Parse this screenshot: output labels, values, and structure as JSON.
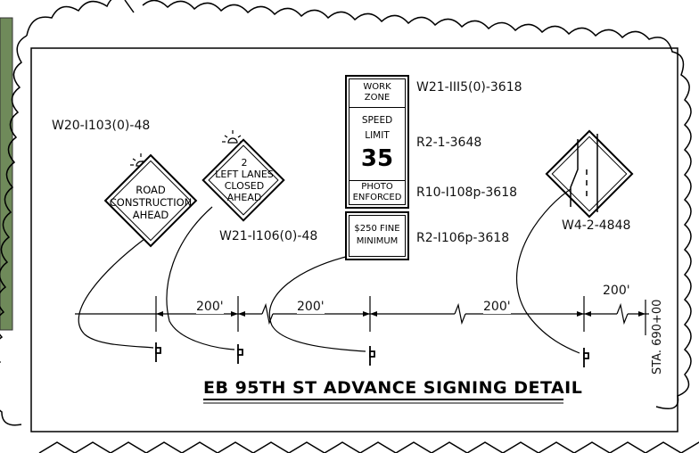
{
  "title": "EB 95TH ST ADVANCE SIGNING DETAIL",
  "station": "STA. 690+00",
  "signs": {
    "road_construction": {
      "code": "W20-I103(0)-48",
      "lines": [
        "ROAD",
        "CONSTRUCTION",
        "AHEAD"
      ]
    },
    "left_lanes": {
      "code": "W21-I106(0)-48",
      "lines": [
        "2",
        "LEFT LANES",
        "CLOSED",
        "AHEAD"
      ]
    },
    "work_zone": {
      "code": "W21-III5(0)-3618",
      "lines": [
        "WORK",
        "ZONE"
      ]
    },
    "speed_limit": {
      "code": "R2-1-3648",
      "lines": [
        "SPEED",
        "LIMIT"
      ],
      "value": "35"
    },
    "photo_enforced": {
      "code": "R10-I108p-3618",
      "lines": [
        "PHOTO",
        "ENFORCED"
      ]
    },
    "fine": {
      "code": "R2-I106p-3618",
      "lines": [
        "$250 FINE",
        "MINIMUM"
      ]
    },
    "lane_shift": {
      "code": "W4-2-4848"
    }
  },
  "dimensions": [
    "200'",
    "200'",
    "200'",
    "200'"
  ],
  "colors": {
    "ink": "#000000",
    "paper": "#ffffff",
    "photo_strip": "#6f8a5a"
  }
}
